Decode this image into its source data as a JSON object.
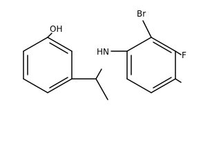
{
  "molecule": {
    "labels": {
      "hydroxyl": "OH",
      "bromine": "Br",
      "amine": "HN",
      "fluorine": "F"
    },
    "colors": {
      "bond": "#000000",
      "label": "#000000",
      "background": "#ffffff"
    }
  }
}
